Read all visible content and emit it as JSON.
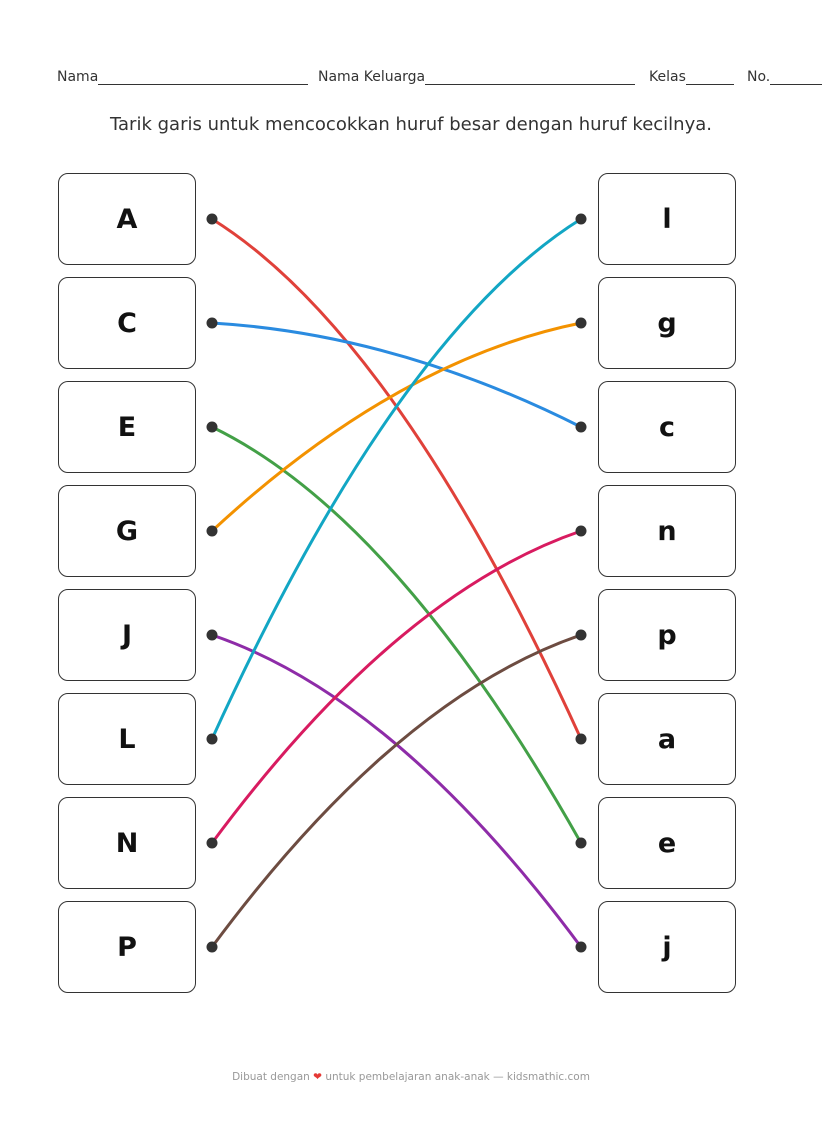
{
  "header": {
    "name_label": "Nama",
    "family_label": "Nama Keluarga",
    "class_label": "Kelas",
    "no_label": "No."
  },
  "instruction": "Tarik garis untuk mencocokkan huruf besar dengan huruf kecilnya.",
  "left_letters": [
    "A",
    "C",
    "E",
    "G",
    "J",
    "L",
    "N",
    "P"
  ],
  "right_letters": [
    "l",
    "g",
    "c",
    "n",
    "p",
    "a",
    "e",
    "j"
  ],
  "matches": [
    {
      "from": 0,
      "to": 5,
      "color": "#e0413a"
    },
    {
      "from": 1,
      "to": 2,
      "color": "#2a8be0"
    },
    {
      "from": 2,
      "to": 6,
      "color": "#43a047"
    },
    {
      "from": 3,
      "to": 1,
      "color": "#f39200"
    },
    {
      "from": 4,
      "to": 7,
      "color": "#8e2ca8"
    },
    {
      "from": 5,
      "to": 0,
      "color": "#12a6c4"
    },
    {
      "from": 6,
      "to": 3,
      "color": "#d81b60"
    },
    {
      "from": 7,
      "to": 4,
      "color": "#6d4c41"
    }
  ],
  "footer": {
    "before": "Dibuat dengan",
    "heart": "❤",
    "after": "untuk pembelajaran anak-anak — kidsmathic.com"
  }
}
